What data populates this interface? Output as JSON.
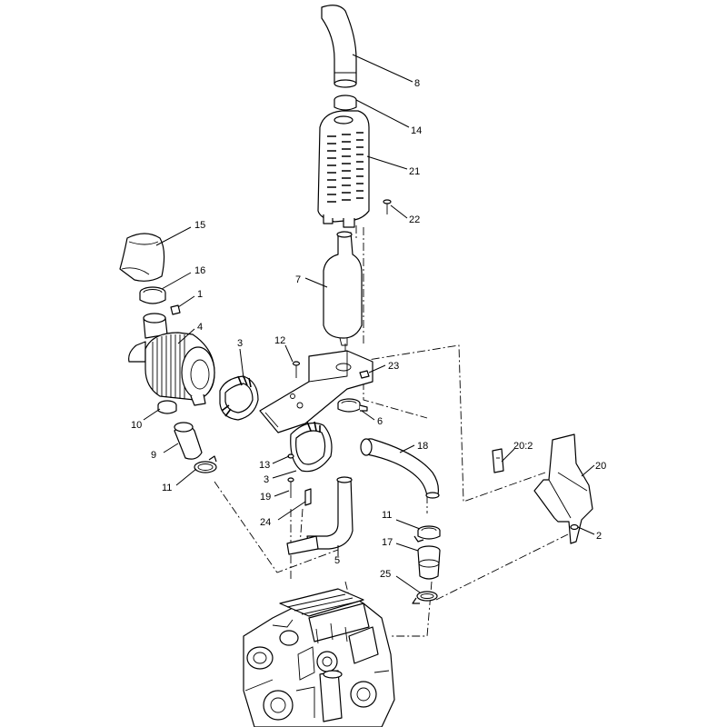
{
  "diagram": {
    "callouts": {
      "c8": "8",
      "c14": "14",
      "c21": "21",
      "c22": "22",
      "c15": "15",
      "c16": "16",
      "c1": "1",
      "c7": "7",
      "c4": "4",
      "c3a": "3",
      "c12": "12",
      "c23": "23",
      "c6": "6",
      "c10": "10",
      "c9": "9",
      "c13": "13",
      "c3b": "3",
      "c18": "18",
      "c20_2": "20:2",
      "c20": "20",
      "c11a": "11",
      "c19": "19",
      "c24": "24",
      "c11b": "11",
      "c17": "17",
      "c5": "5",
      "c2": "2",
      "c25": "25"
    }
  }
}
